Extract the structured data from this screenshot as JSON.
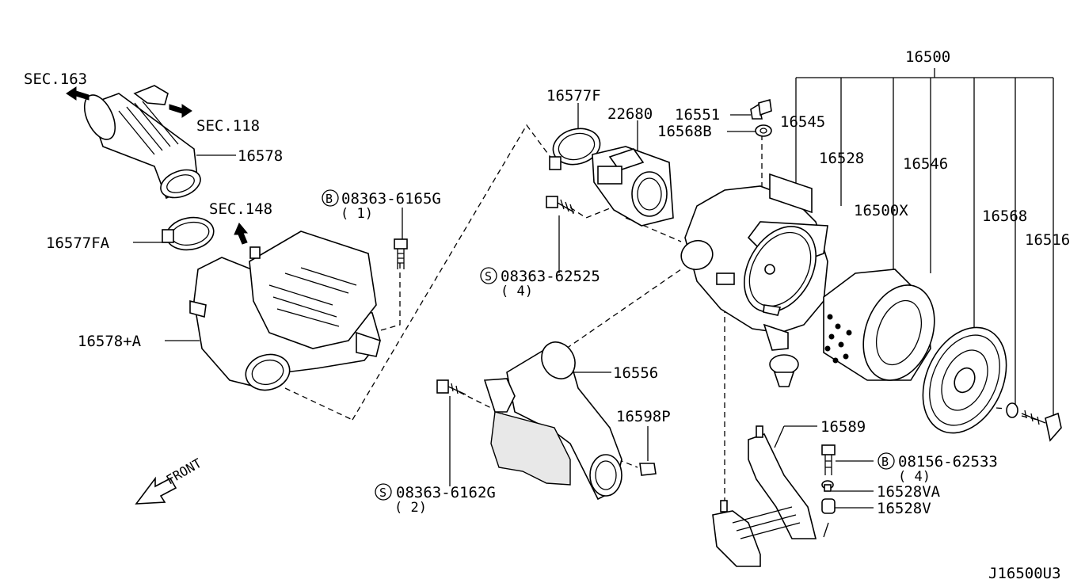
{
  "diagram": {
    "code": "J16500U3",
    "front_label": "FRONT",
    "sections": {
      "sec163": "SEC.163",
      "sec118": "SEC.118",
      "sec148": "SEC.148"
    },
    "parts": {
      "p16500": "16500",
      "p16577F": "16577F",
      "p22680": "22680",
      "p16551": "16551",
      "p16568B": "16568B",
      "p16545": "16545",
      "p16528": "16528",
      "p16546": "16546",
      "p16500X": "16500X",
      "p16568": "16568",
      "p16516": "16516",
      "p16578": "16578",
      "p16577FA": "16577FA",
      "p16578A": "16578+A",
      "p16556": "16556",
      "p16598P": "16598P",
      "p16589": "16589",
      "p16528VA": "16528VA",
      "p16528V": "16528V"
    },
    "fasteners": [
      {
        "prefix": "B",
        "number": "08363-6165G",
        "qty": "( 1)"
      },
      {
        "prefix": "S",
        "number": "08363-62525",
        "qty": "( 4)"
      },
      {
        "prefix": "S",
        "number": "08363-6162G",
        "qty": "( 2)"
      },
      {
        "prefix": "B",
        "number": "08156-62533",
        "qty": "( 4)"
      }
    ]
  }
}
